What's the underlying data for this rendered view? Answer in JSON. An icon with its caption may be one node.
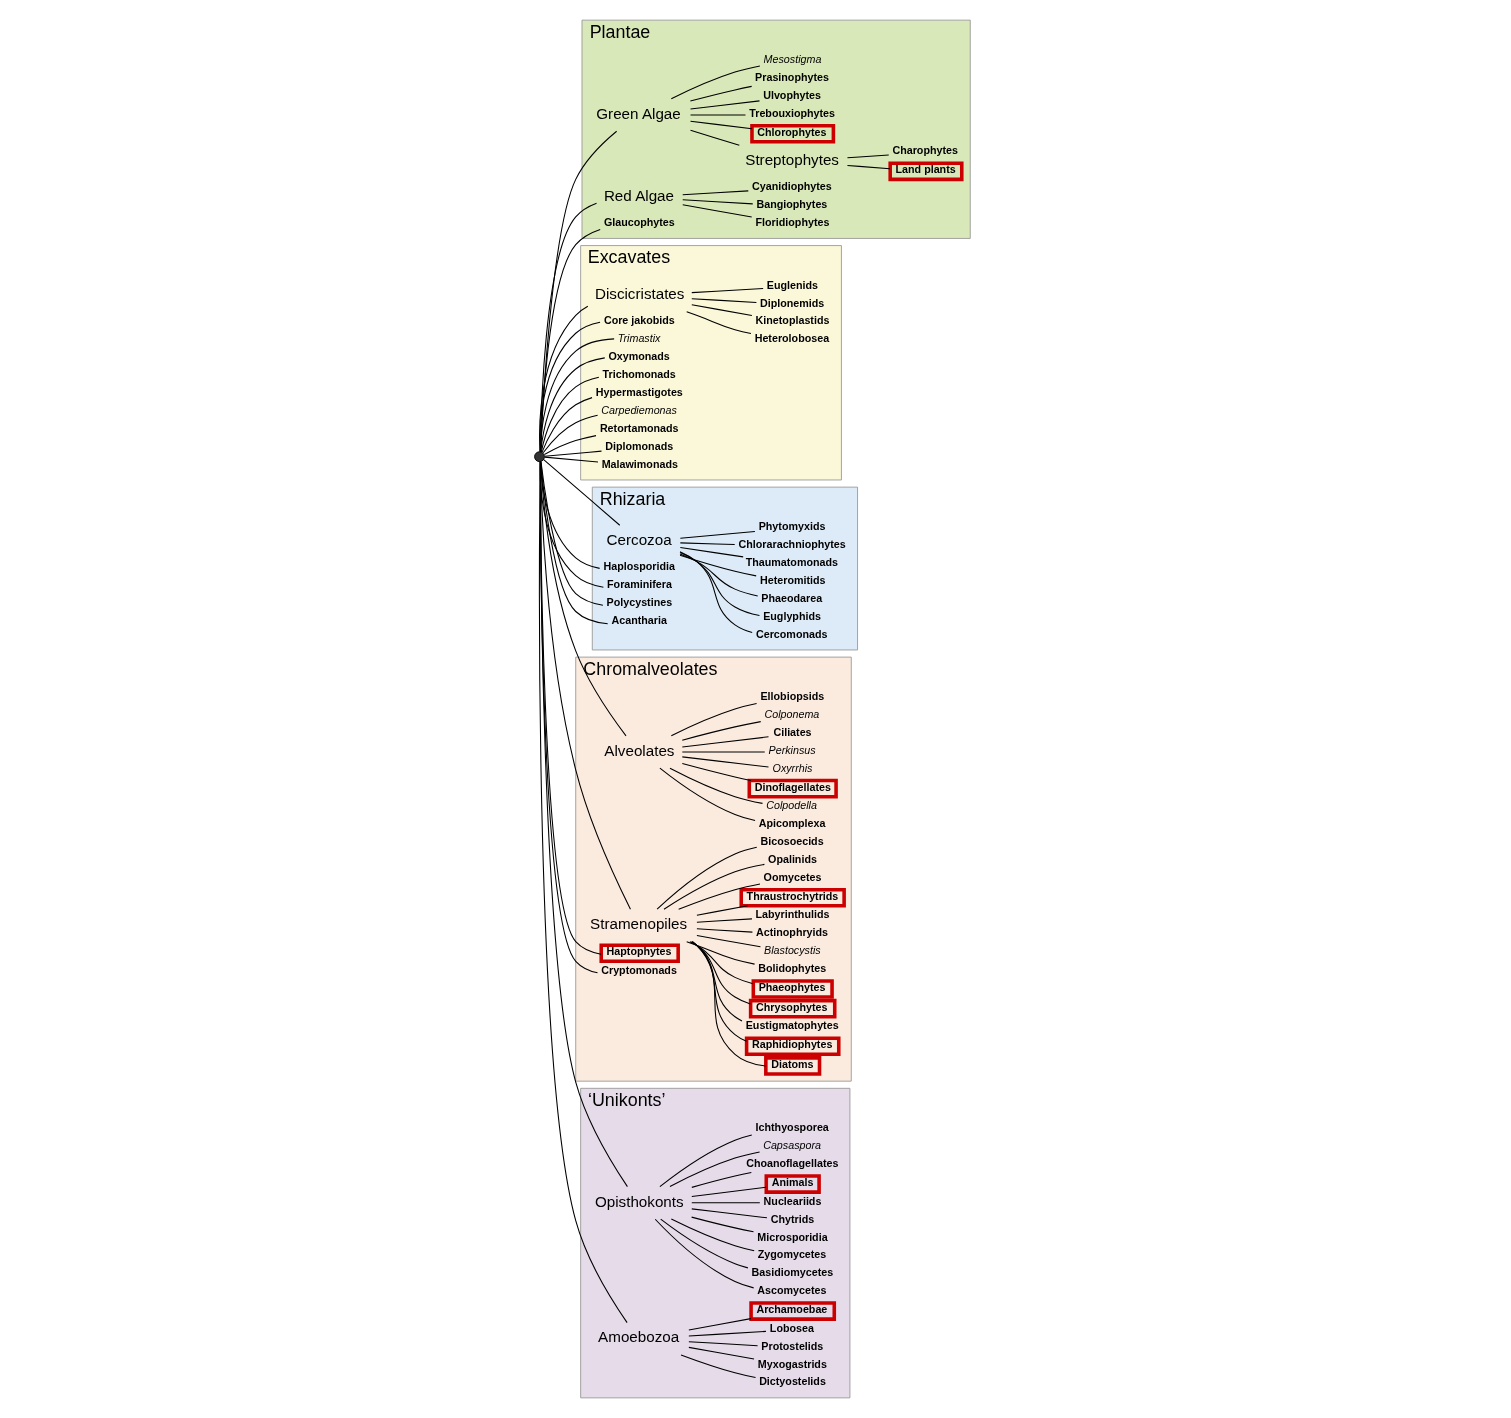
{
  "diagram": {
    "nodes": [
      {
        "text": [],
        "shape": "circle"
      },
      {
        "text": [
          "Plantae"
        ]
      },
      {
        "text": [
          "Streptophytes"
        ],
        "in": 1
      },
      {
        "text": [
          "Land plants"
        ],
        "in": 1
      },
      {
        "text": [
          "Charophytes"
        ],
        "in": 1
      },
      {
        "text": [
          "Green Algae"
        ],
        "in": 1
      },
      {
        "text": [
          "Chlorophytes"
        ],
        "in": 1
      },
      {
        "text": [
          "Trebouxiophytes"
        ],
        "in": 1
      },
      {
        "text": [
          "Ulvophytes"
        ],
        "in": 1
      },
      {
        "text": [
          "Prasinophytes"
        ],
        "in": 1
      },
      {
        "text": [
          "Mesostigma"
        ],
        "in": 1
      },
      {
        "text": [
          "Red Algae"
        ],
        "in": 1
      },
      {
        "text": [
          "Floridiophytes"
        ],
        "in": 1
      },
      {
        "text": [
          "Bangiophytes"
        ],
        "in": 1
      },
      {
        "text": [
          "Cyanidiophytes"
        ],
        "in": 1
      },
      {
        "text": [
          "Glaucophytes"
        ],
        "in": 1
      },
      {
        "text": [
          "Excavates"
        ]
      },
      {
        "text": [
          "Discicristates"
        ],
        "in": 16
      },
      {
        "text": [
          "Heterolobosea"
        ],
        "in": 16
      },
      {
        "text": [
          "Kinetoplastids"
        ],
        "in": 16
      },
      {
        "text": [
          "Diplonemids"
        ],
        "in": 16
      },
      {
        "text": [
          "Euglenids"
        ],
        "in": 16
      },
      {
        "text": [
          "Core jakobids"
        ],
        "in": 16
      },
      {
        "text": [
          "Trimastix"
        ],
        "in": 16
      },
      {
        "text": [
          "Oxymonads"
        ],
        "in": 16
      },
      {
        "text": [
          "Trichomonads"
        ],
        "in": 16
      },
      {
        "text": [
          "Hypermastigotes"
        ],
        "in": 16
      },
      {
        "text": [
          "Carpediemonas"
        ],
        "in": 16
      },
      {
        "text": [
          "Retortamonads"
        ],
        "in": 16
      },
      {
        "text": [
          "Diplomonads"
        ],
        "in": 16
      },
      {
        "text": [
          "Malawimonads"
        ],
        "in": 16
      },
      {
        "text": [
          "Rhizaria"
        ]
      },
      {
        "text": [
          "Cercozoa"
        ],
        "in": 31
      },
      {
        "text": [
          "Cercomonads"
        ],
        "in": 31
      },
      {
        "text": [
          "Euglyphids"
        ],
        "in": 31
      },
      {
        "text": [
          "Phaeodarea"
        ],
        "in": 31
      },
      {
        "text": [
          "Heteromitids"
        ],
        "in": 31
      },
      {
        "text": [
          "Thaumatomonads"
        ],
        "in": 31
      },
      {
        "text": [
          "Chlorarachniophytes"
        ],
        "in": 31
      },
      {
        "text": [
          "Phytomyxids"
        ],
        "in": 31
      },
      {
        "text": [
          "Haplosporidia"
        ],
        "in": 31
      },
      {
        "text": [
          "Foraminifera"
        ],
        "in": 31
      },
      {
        "text": [
          "Polycystines"
        ],
        "in": 31
      },
      {
        "text": [
          "Acantharia"
        ],
        "in": 31
      },
      {
        "text": [
          "Chromalveolates"
        ]
      },
      {
        "text": [
          "Alveolates"
        ],
        "in": 44
      },
      {
        "text": [
          "Apicomplexa"
        ],
        "in": 44
      },
      {
        "text": [
          "Colpodella"
        ],
        "in": 44
      },
      {
        "text": [
          "Dinoflagellates"
        ],
        "in": 44
      },
      {
        "text": [
          "Oxyrrhis"
        ],
        "in": 44
      },
      {
        "text": [
          "Perkinsus"
        ],
        "in": 44
      },
      {
        "text": [
          "Ciliates"
        ],
        "in": 44
      },
      {
        "text": [
          "Colponema"
        ],
        "in": 44
      },
      {
        "text": [
          "Ellobiopsids"
        ],
        "in": 44
      },
      {
        "text": [
          "Stramenopiles"
        ],
        "in": 44
      },
      {
        "text": [
          "Diatoms"
        ],
        "in": 44
      },
      {
        "text": [
          "Raphidiophytes"
        ],
        "in": 44
      },
      {
        "text": [
          "Eustigmatophytes"
        ],
        "in": 44
      },
      {
        "text": [
          "Chrysophytes"
        ],
        "in": 44
      },
      {
        "text": [
          "Phaeophytes"
        ],
        "in": 44
      },
      {
        "text": [
          "Bolidophytes"
        ],
        "in": 44
      },
      {
        "text": [
          "Blastocystis"
        ],
        "in": 44
      },
      {
        "text": [
          "Actinophryids"
        ],
        "in": 44
      },
      {
        "text": [
          "Labyrinthulids"
        ],
        "in": 44
      },
      {
        "text": [
          "Thraustrochytrids"
        ],
        "in": 44
      },
      {
        "text": [
          "Oomycetes"
        ],
        "in": 44
      },
      {
        "text": [
          "Opalinids"
        ],
        "in": 44
      },
      {
        "text": [
          "Bicosoecids"
        ],
        "in": 44
      },
      {
        "text": [
          "Haptophytes"
        ],
        "in": 44
      },
      {
        "text": [
          "Cryptomonads"
        ],
        "in": 44
      },
      {
        "text": [
          "‘Unikonts’"
        ]
      },
      {
        "text": [
          "Opisthokonts"
        ],
        "in": 70
      },
      {
        "text": [
          "Ascomycetes"
        ],
        "in": 70
      },
      {
        "text": [
          "Basidiomycetes"
        ],
        "in": 70
      },
      {
        "text": [
          "Zygomycetes"
        ],
        "in": 70
      },
      {
        "text": [
          "Microsporidia"
        ],
        "in": 70
      },
      {
        "text": [
          "Chytrids"
        ],
        "in": 70
      },
      {
        "text": [
          "Nucleariids"
        ],
        "in": 70
      },
      {
        "text": [
          "Animals"
        ],
        "in": 70
      },
      {
        "text": [
          "Choanoflagellates"
        ],
        "in": 70
      },
      {
        "text": [
          "Capsaspora"
        ],
        "in": 70
      },
      {
        "text": [
          "Ichthyosporea"
        ],
        "in": 70
      },
      {
        "text": [
          "Amoebozoa"
        ],
        "in": 70
      },
      {
        "text": [
          "Dictyostelids"
        ],
        "in": 70
      },
      {
        "text": [
          "Myxogastrids"
        ],
        "in": 70
      },
      {
        "text": [
          "Protostelids"
        ],
        "in": 70
      },
      {
        "text": [
          "Lobosea"
        ],
        "in": 70
      },
      {
        "text": [
          "Archamoebae"
        ],
        "in": 70
      }
    ],
    "edges": [
      {
        "from": 0,
        "to": 5,
        "arrow": "none"
      },
      {
        "from": 0,
        "to": 11,
        "arrow": "none"
      },
      {
        "from": 0,
        "to": 15,
        "arrow": "none"
      },
      {
        "from": 5,
        "to": 2,
        "arrow": "none"
      },
      {
        "from": 2,
        "to": 3,
        "arrow": "none"
      },
      {
        "from": 2,
        "to": 4,
        "arrow": "none"
      },
      {
        "from": 5,
        "to": 6,
        "arrow": "none"
      },
      {
        "from": 5,
        "to": 7,
        "arrow": "none"
      },
      {
        "from": 5,
        "to": 8,
        "arrow": "none"
      },
      {
        "from": 5,
        "to": 9,
        "arrow": "none"
      },
      {
        "from": 5,
        "to": 10,
        "arrow": "none"
      },
      {
        "from": 11,
        "to": 12,
        "arrow": "none"
      },
      {
        "from": 11,
        "to": 13,
        "arrow": "none"
      },
      {
        "from": 11,
        "to": 14,
        "arrow": "none"
      },
      {
        "from": 0,
        "to": 17,
        "arrow": "none"
      },
      {
        "from": 17,
        "to": 18,
        "arrow": "none"
      },
      {
        "from": 17,
        "to": 19,
        "arrow": "none"
      },
      {
        "from": 17,
        "to": 20,
        "arrow": "none"
      },
      {
        "from": 17,
        "to": 21,
        "arrow": "none"
      },
      {
        "from": 0,
        "to": 22,
        "arrow": "none"
      },
      {
        "from": 0,
        "to": 23,
        "arrow": "none"
      },
      {
        "from": 0,
        "to": 24,
        "arrow": "none"
      },
      {
        "from": 0,
        "to": 25,
        "arrow": "none"
      },
      {
        "from": 0,
        "to": 26,
        "arrow": "none"
      },
      {
        "from": 0,
        "to": 27,
        "arrow": "none"
      },
      {
        "from": 0,
        "to": 28,
        "arrow": "none"
      },
      {
        "from": 0,
        "to": 29,
        "arrow": "none"
      },
      {
        "from": 0,
        "to": 30,
        "arrow": "none"
      },
      {
        "from": 0,
        "to": 32,
        "arrow": "none"
      },
      {
        "from": 32,
        "to": 33,
        "arrow": "none"
      },
      {
        "from": 32,
        "to": 34,
        "arrow": "none"
      },
      {
        "from": 32,
        "to": 35,
        "arrow": "none"
      },
      {
        "from": 32,
        "to": 36,
        "arrow": "none"
      },
      {
        "from": 32,
        "to": 37,
        "arrow": "none"
      },
      {
        "from": 32,
        "to": 38,
        "arrow": "none"
      },
      {
        "from": 32,
        "to": 39,
        "arrow": "none"
      },
      {
        "from": 0,
        "to": 40,
        "arrow": "none"
      },
      {
        "from": 0,
        "to": 41,
        "arrow": "none"
      },
      {
        "from": 0,
        "to": 42,
        "arrow": "none"
      },
      {
        "from": 0,
        "to": 43,
        "arrow": "none"
      },
      {
        "from": 0,
        "to": 45,
        "arrow": "none"
      },
      {
        "from": 45,
        "to": 46,
        "arrow": "none"
      },
      {
        "from": 45,
        "to": 47,
        "arrow": "none"
      },
      {
        "from": 45,
        "to": 48,
        "arrow": "none"
      },
      {
        "from": 45,
        "to": 49,
        "arrow": "none"
      },
      {
        "from": 45,
        "to": 50,
        "arrow": "none"
      },
      {
        "from": 45,
        "to": 51,
        "arrow": "none"
      },
      {
        "from": 45,
        "to": 52,
        "arrow": "none"
      },
      {
        "from": 45,
        "to": 53,
        "arrow": "none"
      },
      {
        "from": 0,
        "to": 54,
        "arrow": "none"
      },
      {
        "from": 54,
        "to": 55,
        "arrow": "none"
      },
      {
        "from": 54,
        "to": 56,
        "arrow": "none"
      },
      {
        "from": 54,
        "to": 57,
        "arrow": "none"
      },
      {
        "from": 54,
        "to": 58,
        "arrow": "none"
      },
      {
        "from": 54,
        "to": 59,
        "arrow": "none"
      },
      {
        "from": 54,
        "to": 60,
        "arrow": "none"
      },
      {
        "from": 54,
        "to": 61,
        "arrow": "none"
      },
      {
        "from": 54,
        "to": 62,
        "arrow": "none"
      },
      {
        "from": 54,
        "to": 63,
        "arrow": "none"
      },
      {
        "from": 54,
        "to": 64,
        "arrow": "none"
      },
      {
        "from": 54,
        "to": 65,
        "arrow": "none"
      },
      {
        "from": 54,
        "to": 66,
        "arrow": "none"
      },
      {
        "from": 54,
        "to": 67,
        "arrow": "none"
      },
      {
        "from": 0,
        "to": 68,
        "arrow": "none"
      },
      {
        "from": 0,
        "to": 69,
        "arrow": "none"
      },
      {
        "from": 0,
        "to": 71,
        "arrow": "none"
      },
      {
        "from": 71,
        "to": 72,
        "arrow": "none"
      },
      {
        "from": 71,
        "to": 73,
        "arrow": "none"
      },
      {
        "from": 71,
        "to": 74,
        "arrow": "none"
      },
      {
        "from": 71,
        "to": 75,
        "arrow": "none"
      },
      {
        "from": 71,
        "to": 76,
        "arrow": "none"
      },
      {
        "from": 71,
        "to": 77,
        "arrow": "none"
      },
      {
        "from": 71,
        "to": 78,
        "arrow": "none"
      },
      {
        "from": 71,
        "to": 79,
        "arrow": "none"
      },
      {
        "from": 71,
        "to": 80,
        "arrow": "none"
      },
      {
        "from": 71,
        "to": 81,
        "arrow": "none"
      },
      {
        "from": 0,
        "to": 82,
        "arrow": "none"
      },
      {
        "from": 82,
        "to": 83,
        "arrow": "none"
      },
      {
        "from": 82,
        "to": 84,
        "arrow": "none"
      },
      {
        "from": 82,
        "to": 85,
        "arrow": "none"
      },
      {
        "from": 82,
        "to": 86,
        "arrow": "none"
      },
      {
        "from": 82,
        "to": 87,
        "arrow": "none"
      }
    ]
  }
}
